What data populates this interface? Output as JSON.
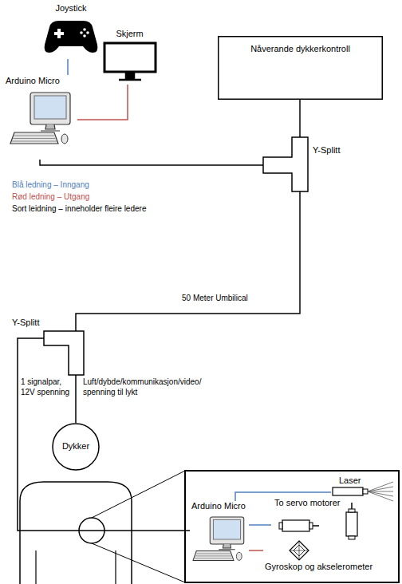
{
  "diagram": {
    "nodes": [
      {
        "text": [
          "Joystick"
        ]
      },
      {
        "text": [
          "Skjerm"
        ]
      },
      {
        "text": [
          "Arduino Micro"
        ]
      },
      {
        "text": [
          "Nåverande dykkerkontroll"
        ]
      },
      {
        "text": [
          "Y-Splitt"
        ]
      },
      {
        "text": [
          "Y-Splitt"
        ]
      },
      {
        "text": [
          "Dykker"
        ]
      },
      {
        "text": [
          "Arduino Micro"
        ]
      },
      {
        "text": [
          "Laser"
        ]
      },
      {
        "text": [
          "To servo motorer"
        ]
      },
      {
        "text": [
          "Gyroskop og akselerometer"
        ]
      }
    ],
    "edges": [
      {
        "from": 0,
        "to": 2,
        "arrow": "none"
      },
      {
        "from": 1,
        "to": 2,
        "arrow": "none"
      },
      {
        "from": 2,
        "to": 4,
        "arrow": "none"
      },
      {
        "from": 3,
        "to": 4,
        "arrow": "none"
      },
      {
        "from": 4,
        "to": 5,
        "label": "50 Meter Umbilical",
        "arrow": "none"
      },
      {
        "from": 5,
        "to": 6,
        "label": "Luft/dybde/kommunikasjon/video/ spenning til lykt",
        "arrow": "none"
      },
      {
        "from": 5,
        "to": 7,
        "label": "1 signalpar, 12V spenning",
        "arrow": "none"
      },
      {
        "from": 7,
        "to": 8,
        "arrow": "none"
      },
      {
        "from": 7,
        "to": 9,
        "arrow": "none"
      },
      {
        "from": 7,
        "to": 10,
        "arrow": "none"
      }
    ],
    "legend": [
      {
        "text": "Blå ledning – Inngang",
        "color": "#4f81bd"
      },
      {
        "text": "Rød ledning – Utgang",
        "color": "#c0504d"
      },
      {
        "text": "Sort leidning – inneholder fleire ledere",
        "color": "#000000"
      }
    ]
  }
}
